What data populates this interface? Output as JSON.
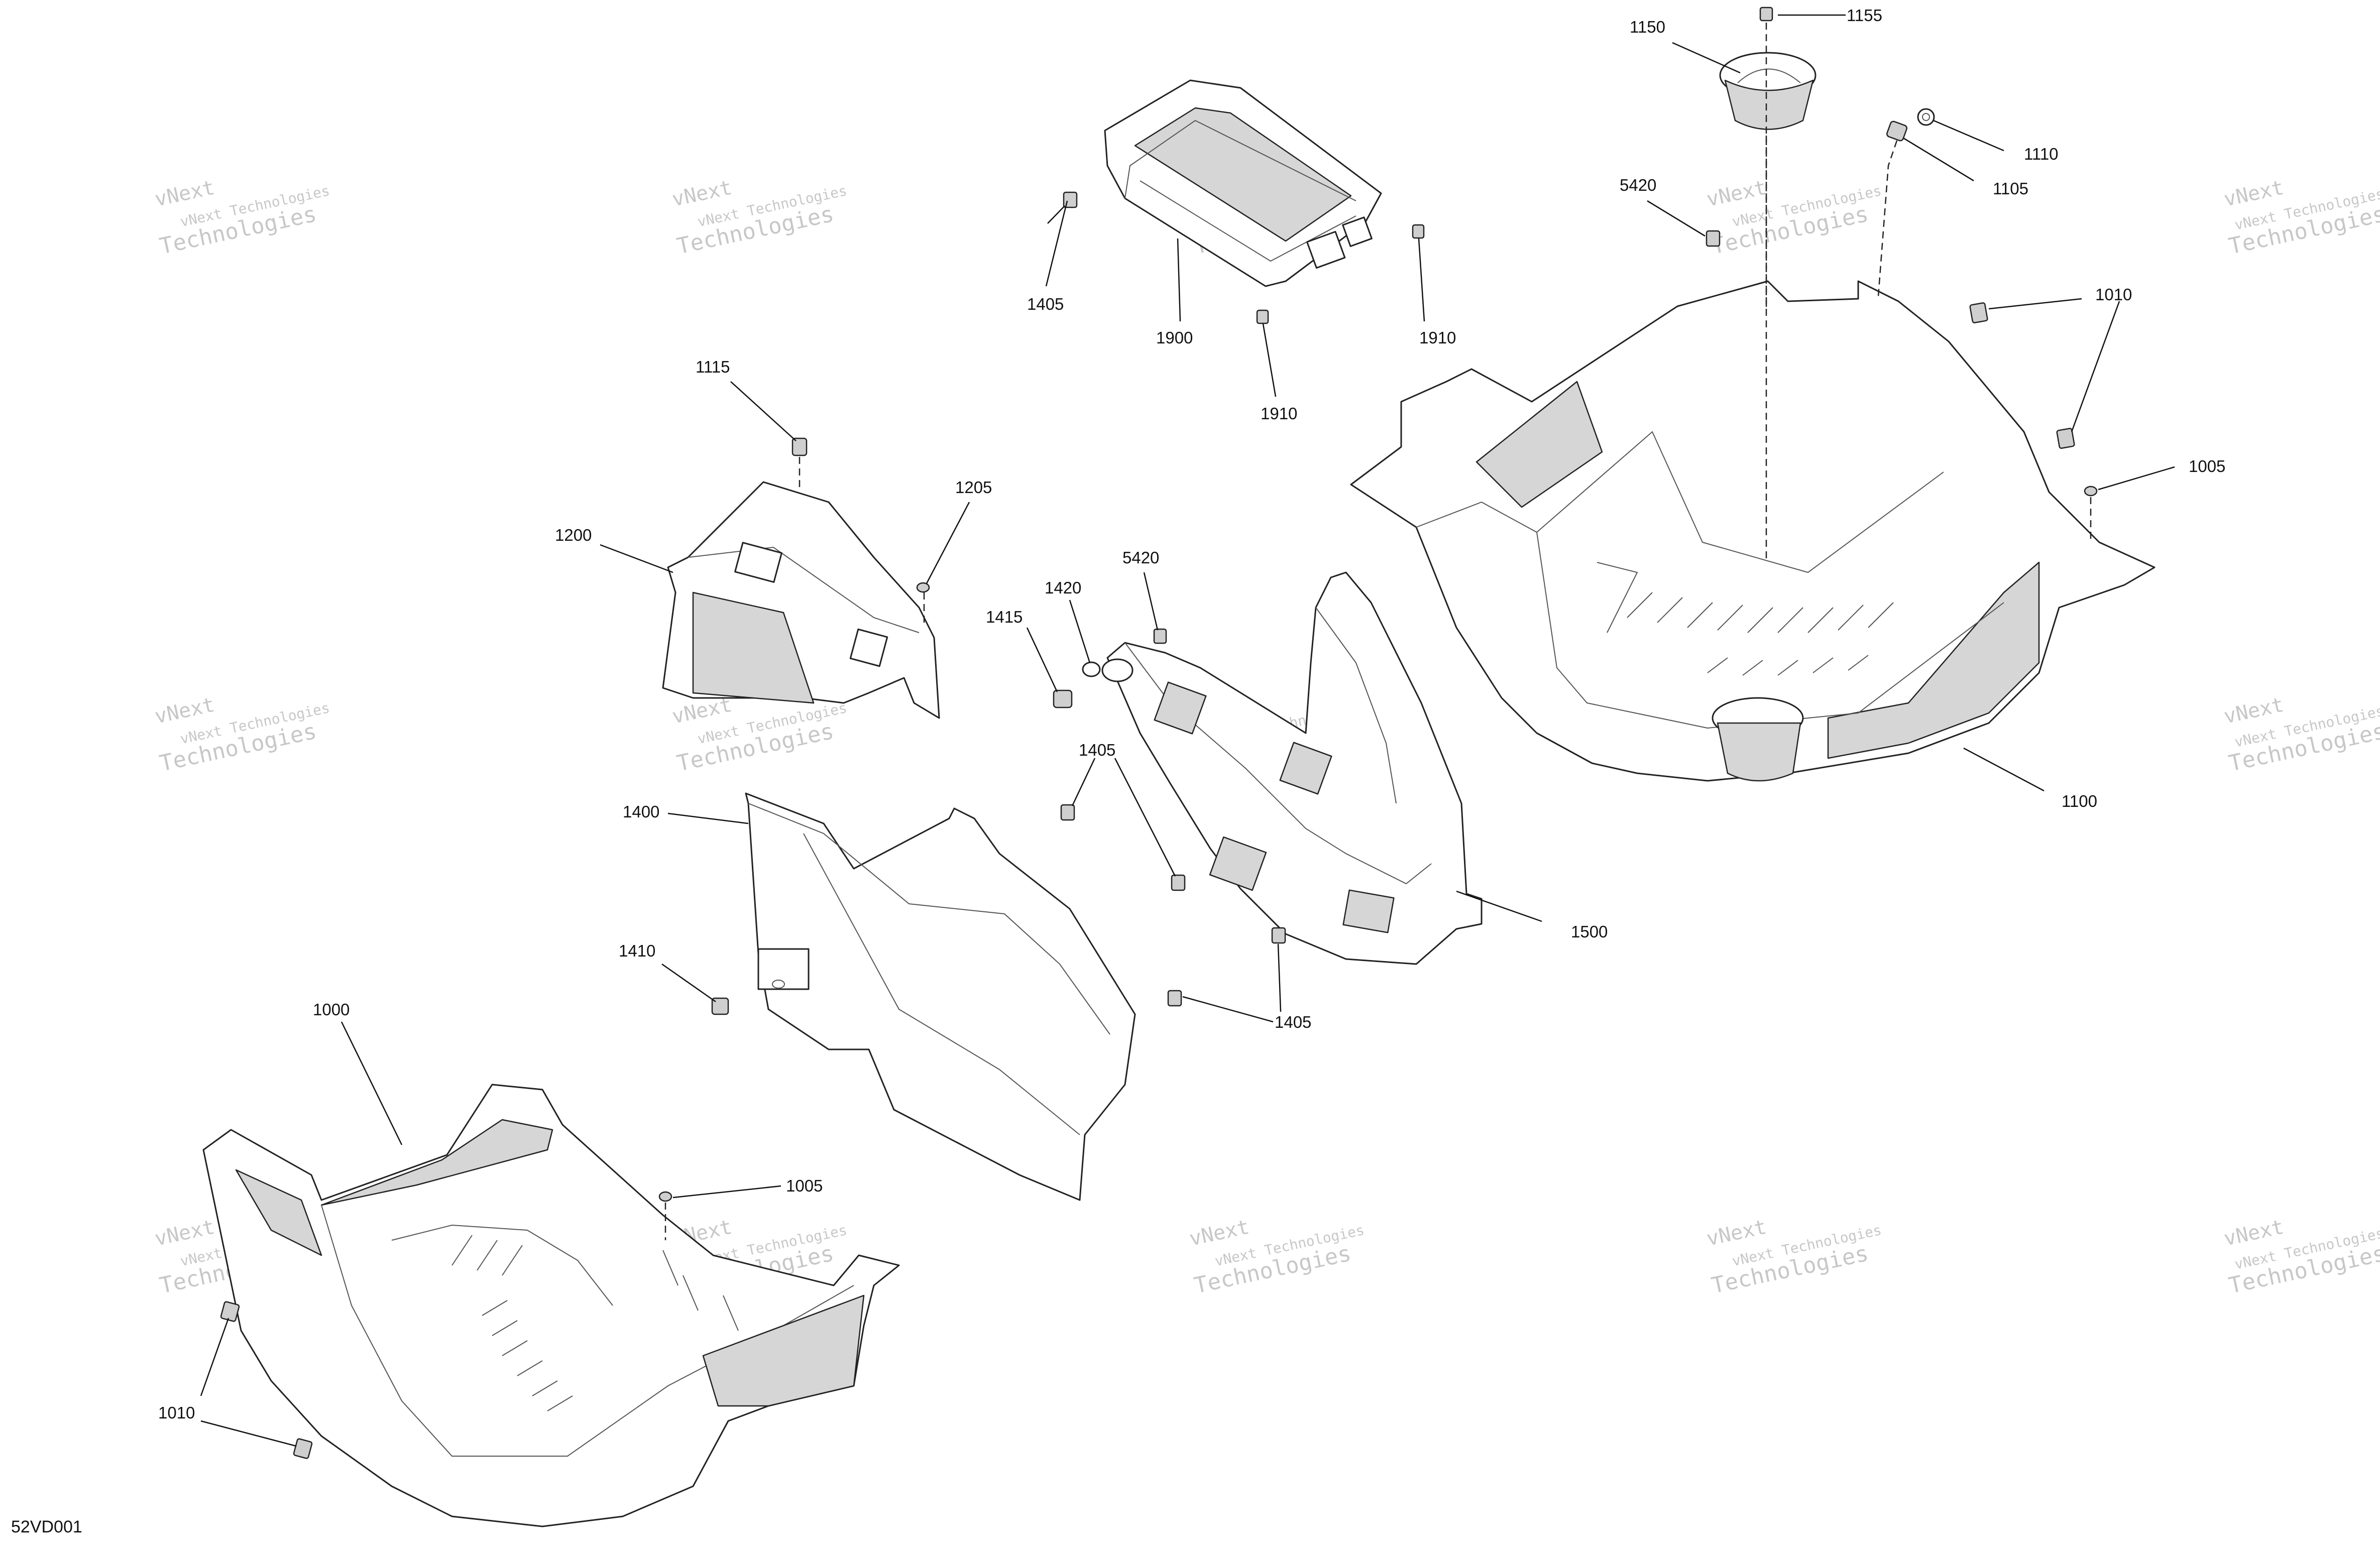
{
  "diagram": {
    "reference_code": "52VD001",
    "watermark": {
      "line1": "vNext",
      "line2": "Technologies",
      "line3": "vNext Technologies"
    },
    "callouts": {
      "p1000": "1000",
      "p1005_lower": "1005",
      "p1005_upper": "1005",
      "p1010_lower": "1010",
      "p1010_upper": "1010",
      "p1100": "1100",
      "p1105": "1105",
      "p1110": "1110",
      "p1115": "1115",
      "p1150": "1150",
      "p1155": "1155",
      "p1200": "1200",
      "p1205": "1205",
      "p1400": "1400",
      "p1405_a": "1405",
      "p1405_b": "1405",
      "p1405_c": "1405",
      "p1410": "1410",
      "p1415": "1415",
      "p1420": "1420",
      "p1500": "1500",
      "p1900": "1900",
      "p1910_a": "1910",
      "p1910_b": "1910",
      "p5420_a": "5420",
      "p5420_b": "5420"
    }
  }
}
